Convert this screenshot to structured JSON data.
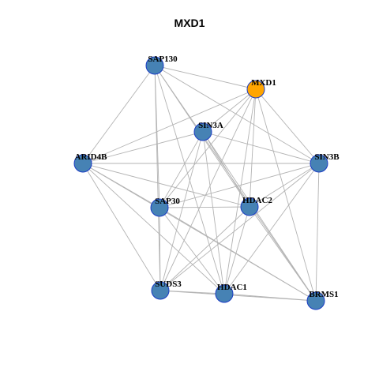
{
  "title": "MXD1",
  "colors": {
    "hub_fill": "#ffa500",
    "node_fill": "#4682b4",
    "node_stroke": "#1a3cc4",
    "edge": "#b3b3b3"
  },
  "network": {
    "hub": "MXD1",
    "nodes": [
      {
        "id": "SAP130"
      },
      {
        "id": "MXD1"
      },
      {
        "id": "SIN3A"
      },
      {
        "id": "ARID4B"
      },
      {
        "id": "SIN3B"
      },
      {
        "id": "SAP30"
      },
      {
        "id": "HDAC2"
      },
      {
        "id": "SUDS3"
      },
      {
        "id": "HDAC1"
      },
      {
        "id": "BRMS1"
      }
    ],
    "edges": [
      [
        "SAP130",
        "MXD1"
      ],
      [
        "SAP130",
        "SIN3B"
      ],
      [
        "SAP130",
        "ARID4B"
      ],
      [
        "SAP130",
        "SAP30"
      ],
      [
        "SAP130",
        "SUDS3"
      ],
      [
        "SAP130",
        "HDAC1"
      ],
      [
        "SAP130",
        "HDAC2"
      ],
      [
        "SAP130",
        "BRMS1"
      ],
      [
        "MXD1",
        "SIN3A"
      ],
      [
        "MXD1",
        "SIN3B"
      ],
      [
        "MXD1",
        "ARID4B"
      ],
      [
        "MXD1",
        "SAP30"
      ],
      [
        "MXD1",
        "HDAC2"
      ],
      [
        "MXD1",
        "SUDS3"
      ],
      [
        "MXD1",
        "HDAC1"
      ],
      [
        "MXD1",
        "BRMS1"
      ],
      [
        "SIN3A",
        "ARID4B"
      ],
      [
        "SIN3A",
        "SIN3B"
      ],
      [
        "SIN3A",
        "SAP30"
      ],
      [
        "SIN3A",
        "SUDS3"
      ],
      [
        "SIN3A",
        "HDAC1"
      ],
      [
        "SIN3A",
        "HDAC2"
      ],
      [
        "SIN3A",
        "BRMS1"
      ],
      [
        "ARID4B",
        "SIN3B"
      ],
      [
        "ARID4B",
        "SAP30"
      ],
      [
        "ARID4B",
        "HDAC2"
      ],
      [
        "ARID4B",
        "SUDS3"
      ],
      [
        "ARID4B",
        "HDAC1"
      ],
      [
        "ARID4B",
        "BRMS1"
      ],
      [
        "SIN3B",
        "SAP30"
      ],
      [
        "SIN3B",
        "HDAC2"
      ],
      [
        "SIN3B",
        "SUDS3"
      ],
      [
        "SIN3B",
        "HDAC1"
      ],
      [
        "SIN3B",
        "BRMS1"
      ],
      [
        "SAP30",
        "HDAC2"
      ],
      [
        "SAP30",
        "SUDS3"
      ],
      [
        "SAP30",
        "HDAC1"
      ],
      [
        "SAP30",
        "BRMS1"
      ],
      [
        "HDAC2",
        "SUDS3"
      ],
      [
        "HDAC2",
        "HDAC1"
      ],
      [
        "HDAC2",
        "BRMS1"
      ],
      [
        "SUDS3",
        "HDAC1"
      ],
      [
        "SUDS3",
        "BRMS1"
      ],
      [
        "HDAC1",
        "BRMS1"
      ]
    ]
  }
}
